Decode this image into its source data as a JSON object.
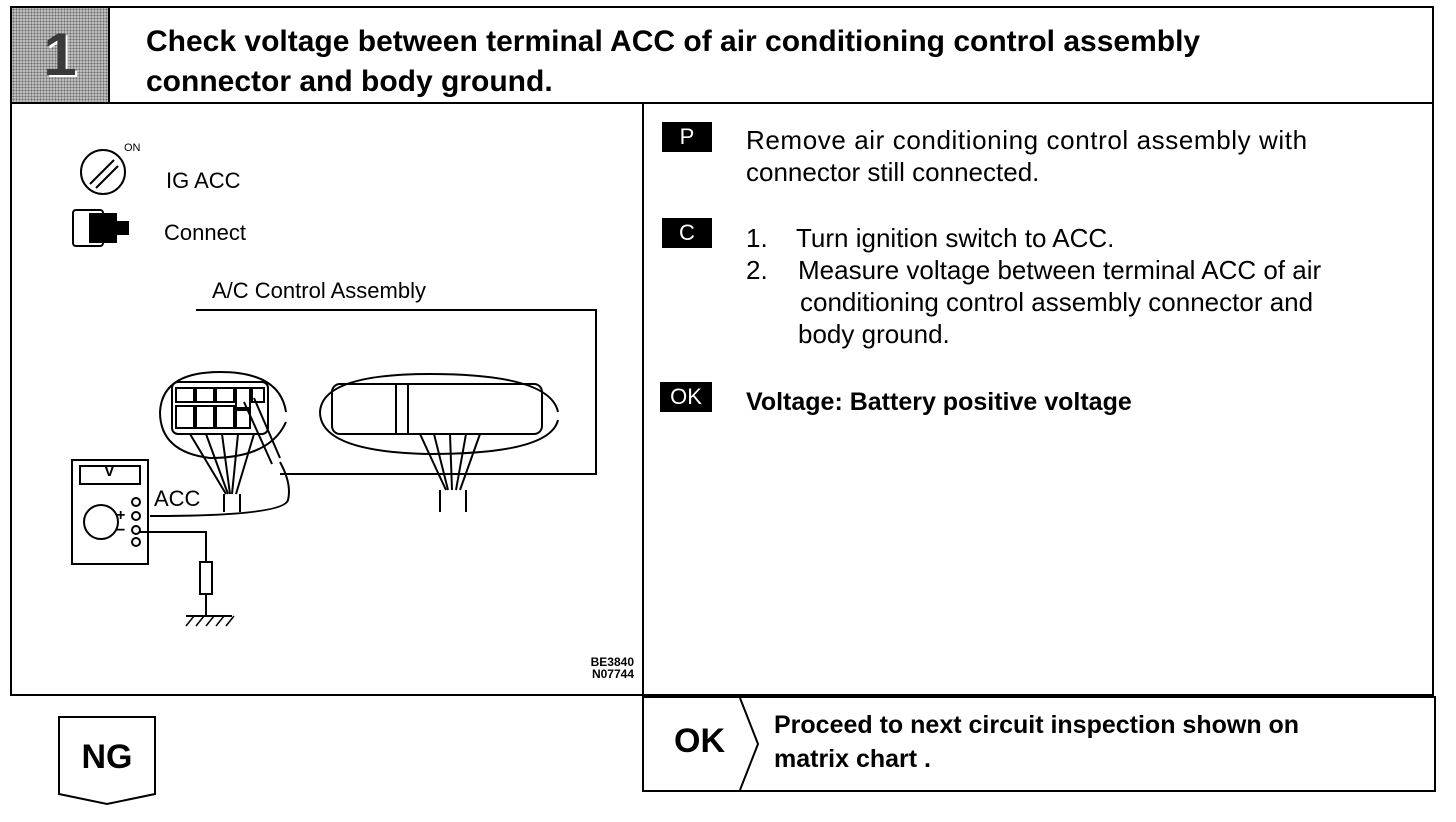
{
  "header": {
    "step_number": "1",
    "title_line1": "Check voltage between terminal ACC of air conditioning control assembly",
    "title_line2": "connector and body ground."
  },
  "diagram": {
    "ignition_on_label": "ON",
    "ignition_label": "IG ACC",
    "connector_label": "Connect",
    "assembly_label": "A/C Control Assembly",
    "meter_label": "V",
    "terminal_label": "ACC",
    "plus_sign": "+",
    "minus_sign": "−",
    "figure_code1": "BE3840",
    "figure_code2": "N07744"
  },
  "steps": {
    "p_tag": "P",
    "p_line1": "Remove air conditioning control assembly with",
    "p_line2": "connector still connected.",
    "c_tag": "C",
    "c_items": [
      {
        "num": "1.",
        "lines": [
          "Turn ignition switch to ACC."
        ]
      },
      {
        "num": "2.",
        "lines": [
          "Measure voltage between terminal ACC of air",
          "conditioning control assembly connector and",
          "body ground."
        ]
      }
    ],
    "ok_tag": "OK",
    "ok_spec": "Voltage:  Battery positive voltage"
  },
  "outcomes": {
    "ng_label": "NG",
    "ok_label": "OK",
    "ok_line1": "Proceed to next circuit inspection shown on",
    "ok_line2": "matrix chart ."
  }
}
